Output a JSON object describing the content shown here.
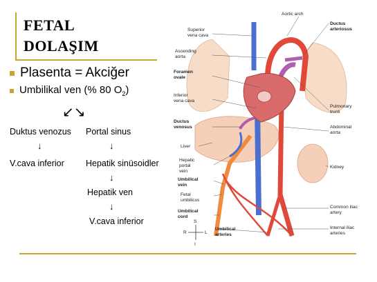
{
  "slide": {
    "title_line1": "FETAL",
    "title_line2": "DOLAŞIM",
    "bullet1": "Plasenta = Akciğer",
    "bullet2_prefix": "Umbilikal  ven (% 80 O",
    "bullet2_sub": "2",
    "bullet2_suffix": ")",
    "branch_arrows": "↙↘",
    "flow": {
      "left_1": "Duktus venozus",
      "left_2": "V.cava inferior",
      "right_1": "Portal sinus",
      "right_2": "Hepatik sinüsoidler",
      "right_3": "Hepatik ven",
      "right_4": "V.cava inferior",
      "down_arrow": "↓"
    },
    "accent_color": "#c9a431"
  },
  "diagram": {
    "labels": {
      "aortic_arch": "Aortic arch",
      "ductus_arteriosus_1": "Ductus",
      "ductus_arteriosus_2": "arteriosus",
      "superior_vena_cava_1": "Superior",
      "superior_vena_cava_2": "vena cava",
      "ascending_aorta_1": "Ascending",
      "ascending_aorta_2": "aorta",
      "foramen_ovale_1": "Foramen",
      "foramen_ovale_2": "ovale",
      "inferior_vena_cava_1": "Inferior",
      "inferior_vena_cava_2": "vena cava",
      "pulmonary_trunk_1": "Pulmonary",
      "pulmonary_trunk_2": "trunk",
      "ductus_venosus_1": "Ductus",
      "ductus_venosus_2": "venosus",
      "abdominal_aorta_1": "Abdominal",
      "abdominal_aorta_2": "aorta",
      "liver": "Liver",
      "hepatic_portal_vein_1": "Hepatic",
      "hepatic_portal_vein_2": "portal",
      "hepatic_portal_vein_3": "vein",
      "kidney": "Kidney",
      "umbilical_vein_1": "Umbilical",
      "umbilical_vein_2": "vein",
      "fetal_umbilicus_1": "Fetal",
      "fetal_umbilicus_2": "umbilicus",
      "common_iliac_1": "Common iliac",
      "common_iliac_2": "artery",
      "umbilical_cord_1": "Umbilical",
      "umbilical_cord_2": "cord",
      "internal_iliac_1": "Internal iliac",
      "internal_iliac_2": "arteries",
      "umbilical_arteries_1": "Umbilical",
      "umbilical_arteries_2": "arteries",
      "compass_s": "S",
      "compass_r": "R",
      "compass_l": "L",
      "compass_i": "I"
    },
    "colors": {
      "artery": "#e0483a",
      "vein": "#4a6fd0",
      "mixed": "#b05fb0",
      "oxygenated_vein": "#f08a3c",
      "organ_fill": "#f7dcc8",
      "heart": "#d86a6a"
    }
  }
}
